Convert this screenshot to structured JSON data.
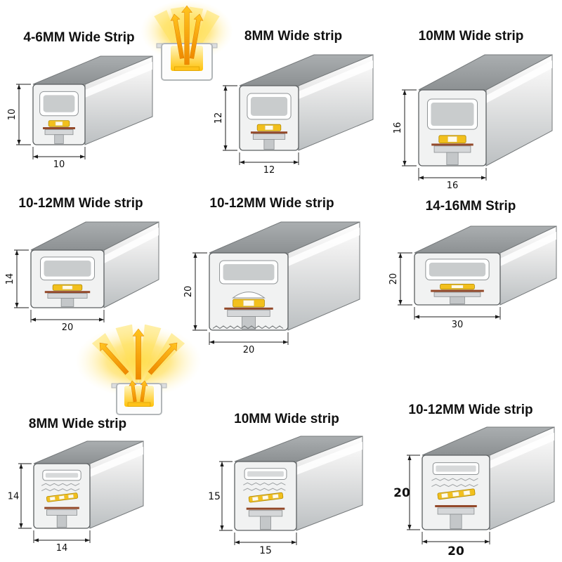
{
  "colors": {
    "led_yellow": "#f2c01d",
    "glow_yellow": "#ffd83d",
    "arrow_orange": "#f59b00",
    "body_gray": "#9b9fa1",
    "pcb_brown": "#93492a",
    "dim_line": "#1c1c1c",
    "title_text": "#111111"
  },
  "cells": [
    {
      "title": "4-6MM Wide Strip",
      "height_label": "10",
      "width_label": "10"
    },
    {
      "title": "8MM Wide strip",
      "height_label": "12",
      "width_label": "12"
    },
    {
      "title": "10MM Wide strip",
      "height_label": "16",
      "width_label": "16"
    },
    {
      "title": "10-12MM Wide strip",
      "height_label": "14",
      "width_label": "20"
    },
    {
      "title": "10-12MM Wide strip",
      "height_label": "20",
      "width_label": "20"
    },
    {
      "title": "14-16MM Strip",
      "height_label": "20",
      "width_label": "30"
    },
    {
      "title": "8MM Wide strip",
      "height_label": "14",
      "width_label": "14"
    },
    {
      "title": "10MM Wide strip",
      "height_label": "15",
      "width_label": "15"
    },
    {
      "title": "10-12MM Wide strip",
      "height_label": "20",
      "width_label": "20"
    }
  ],
  "glow_illustrations": [
    {
      "name": "top-glow"
    },
    {
      "name": "middle-glow"
    }
  ]
}
